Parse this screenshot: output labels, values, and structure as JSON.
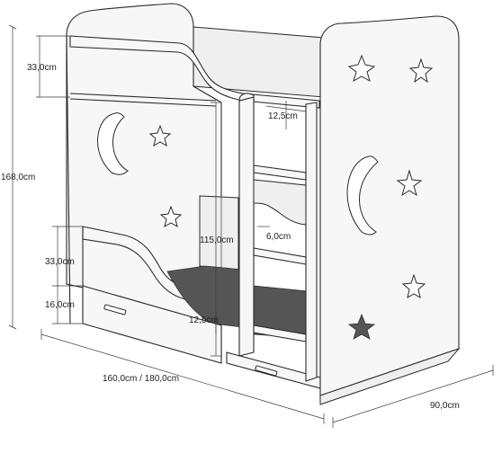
{
  "dimensions": {
    "total_height": "168,0cm",
    "top_guard_height": "33,0cm",
    "drawer_guard_height": "33,0cm",
    "drawer_height": "16,0cm",
    "length": "160,0cm / 180,0cm",
    "depth": "90,0cm",
    "bed_gap": "115,0cm",
    "ladder_width": "12,5cm",
    "step_depth": "6,0cm",
    "lower_step": "12,5cm"
  }
}
